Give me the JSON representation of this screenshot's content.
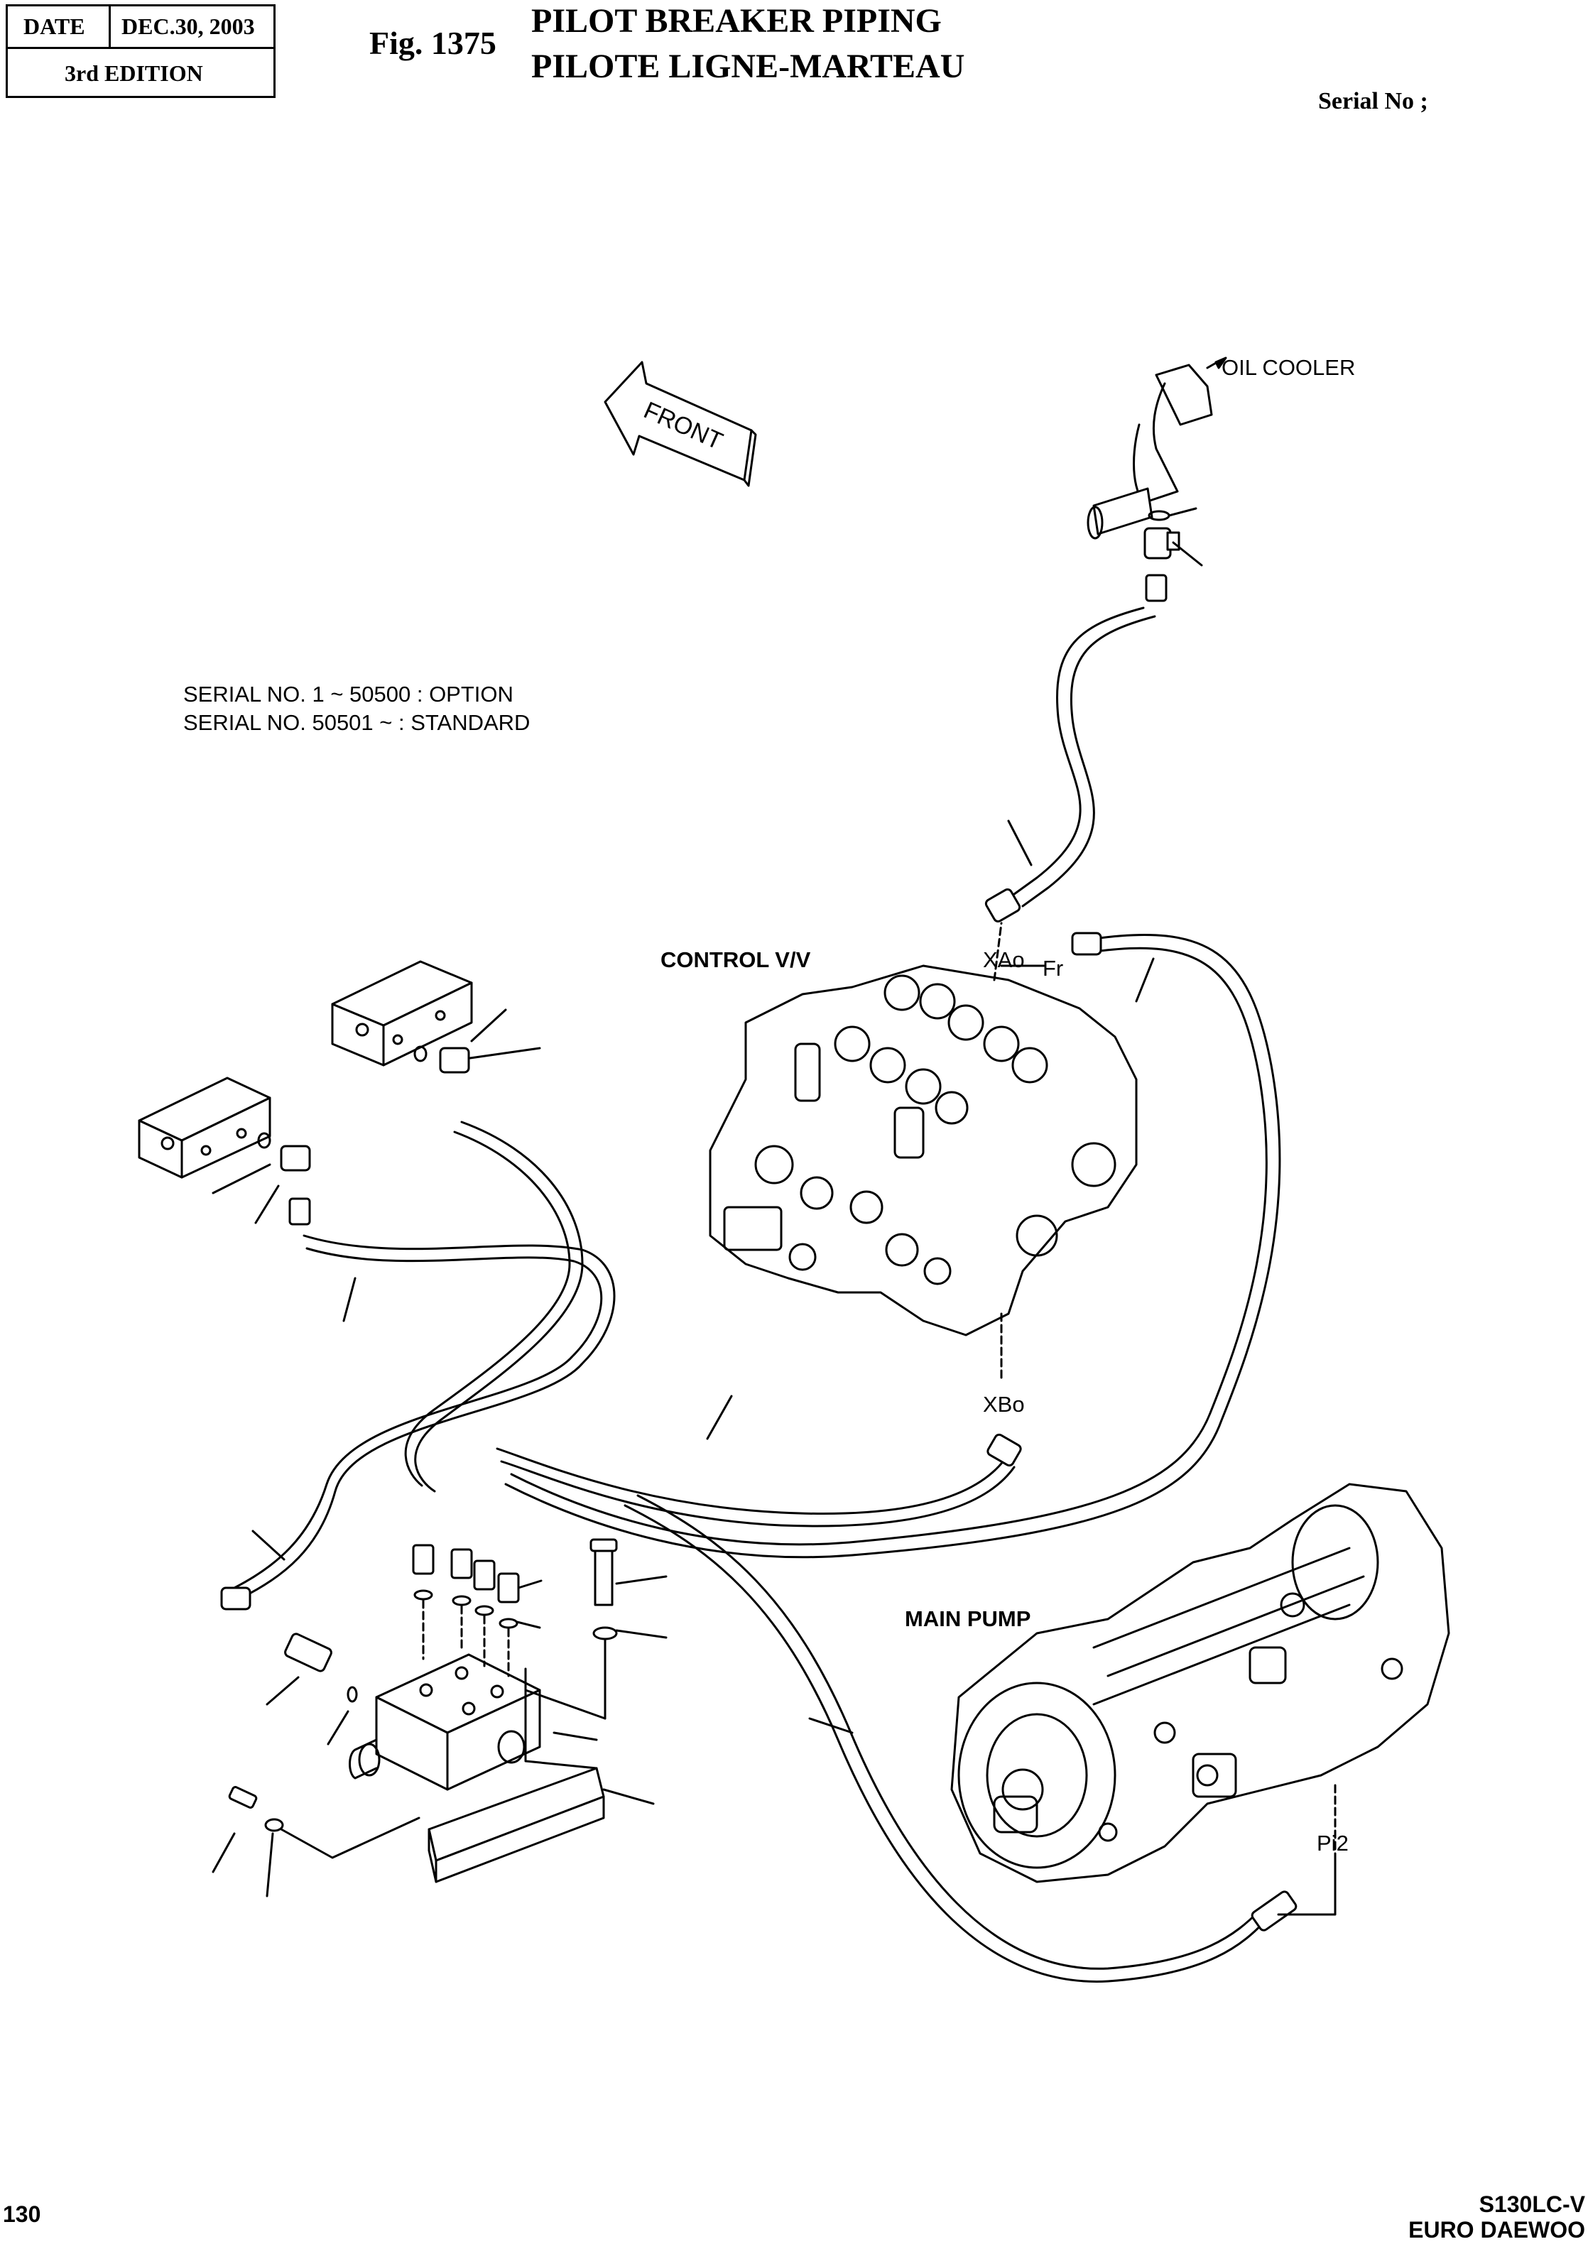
{
  "header": {
    "date_label": "DATE",
    "date_value": "DEC.30, 2003",
    "edition": "3rd  EDITION"
  },
  "figure": {
    "number": "Fig. 1375",
    "title_en": "PILOT BREAKER PIPING",
    "title_fr": "PILOTE LIGNE-MARTEAU"
  },
  "serial_label": "Serial No ;",
  "note": {
    "line1": "SERIAL NO. 1 ~ 50500 : OPTION",
    "line2": "SERIAL NO. 50501 ~     : STANDARD"
  },
  "labels": {
    "front": "FRONT",
    "oil_cooler": "OIL COOLER",
    "control_valve": "CONTROL V/V",
    "xao": "XAo",
    "fr": "Fr",
    "xbo": "XBo",
    "main_pump": "MAIN PUMP",
    "pi2": "Pi2"
  },
  "footer": {
    "page_number": "130",
    "model": "S130LC-V",
    "brand": "EURO DAEWOO"
  }
}
